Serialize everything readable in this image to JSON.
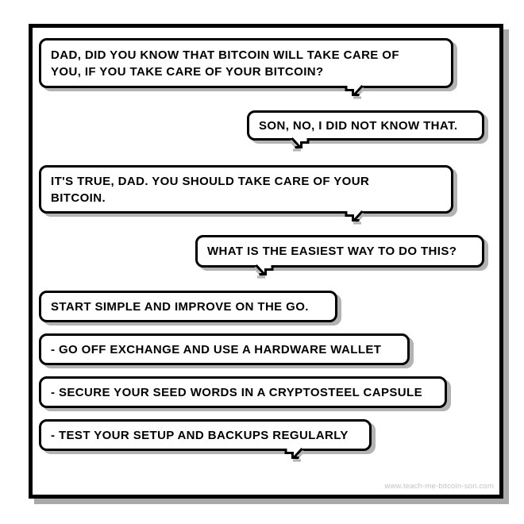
{
  "colors": {
    "ink": "#000000",
    "paper": "#ffffff",
    "bubble_shadow": "#b3b3b3",
    "frame_shadow": "#a9a9a9",
    "footer_text": "#c0c3ca"
  },
  "conversation": {
    "bubbles": [
      {
        "side": "left",
        "text": "DAD, DID YOU KNOW THAT BITCOIN WILL TAKE CARE OF\nYOU, IF YOU TAKE CARE OF YOUR BITCOIN?"
      },
      {
        "side": "right",
        "text": "SON, NO, I DID NOT KNOW THAT."
      },
      {
        "side": "left",
        "text": "IT'S TRUE, DAD. YOU SHOULD TAKE CARE OF YOUR\nBITCOIN."
      },
      {
        "side": "right",
        "text": "WHAT IS THE EASIEST WAY TO DO THIS?"
      },
      {
        "side": "left",
        "text": "START SIMPLE AND IMPROVE ON THE GO."
      },
      {
        "side": "left",
        "text": "- GO OFF EXCHANGE AND USE A HARDWARE WALLET"
      },
      {
        "side": "left",
        "text": "- SECURE YOUR SEED WORDS IN A CRYPTOSTEEL CAPSULE"
      },
      {
        "side": "left",
        "text": "- TEST YOUR SETUP AND BACKUPS REGULARLY"
      }
    ]
  },
  "footer": {
    "url": "www.teach-me-bitcoin-son.com"
  }
}
